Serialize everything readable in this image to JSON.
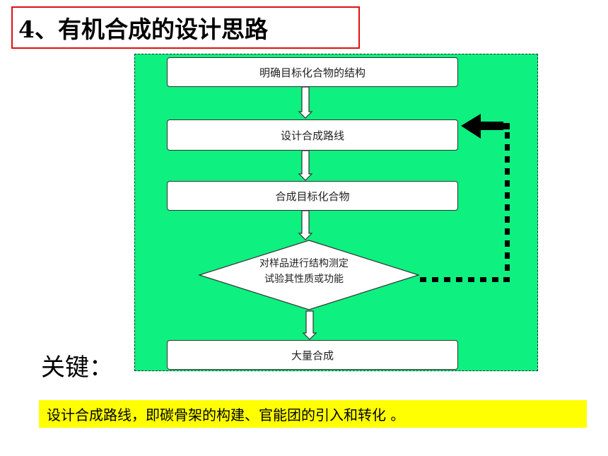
{
  "title": "4、有机合成的设计思路",
  "flow": {
    "step1": "明确目标化合物的结构",
    "step2": "设计合成路线",
    "step3": "合成目标化合物",
    "decision_line1": "对样品进行结构测定",
    "decision_line2": "试验其性质或功能",
    "step5": "大量合成"
  },
  "key_label": "关键：",
  "key_text": "设计合成路线，即碳骨架的构建、官能团的引入和转化 。",
  "colors": {
    "flow_background": "#0ef07f",
    "title_border": "#e01010",
    "highlight": "#ffff00"
  }
}
